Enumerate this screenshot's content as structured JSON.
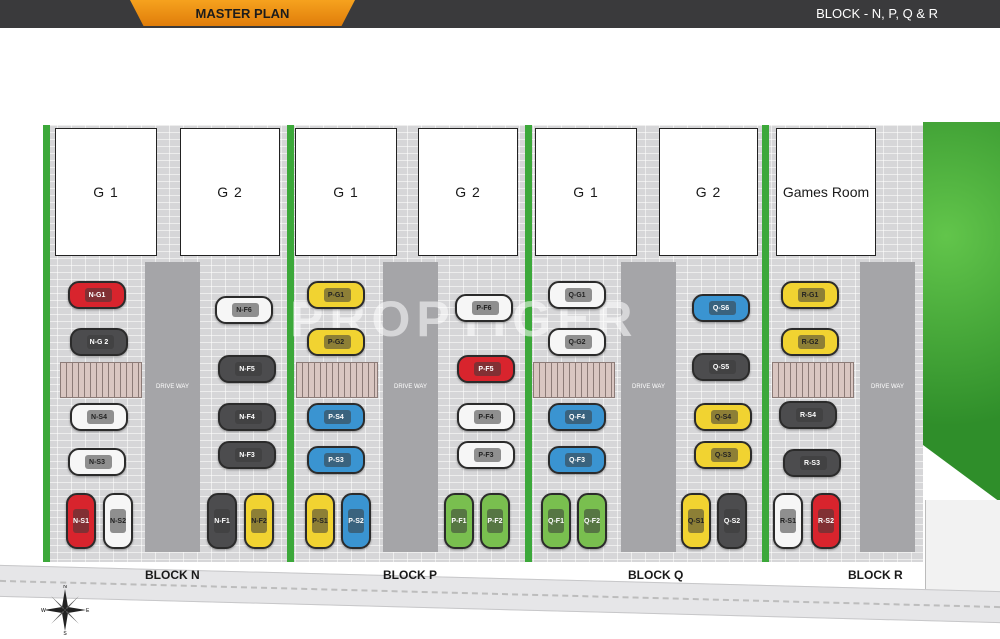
{
  "header": {
    "tab_label": "MASTER PLAN",
    "block_title": "BLOCK - N, P, Q & R"
  },
  "buildings": [
    {
      "label": "G 1"
    },
    {
      "label": "G 2"
    },
    {
      "label": "G 1"
    },
    {
      "label": "G 2"
    },
    {
      "label": "G 1"
    },
    {
      "label": "G 2"
    },
    {
      "label": "Games Room"
    }
  ],
  "driveway_label": "DRIVE WAY",
  "block_labels": [
    "BLOCK N",
    "BLOCK P",
    "BLOCK Q",
    "BLOCK R"
  ],
  "watermark": "PROPTIGER",
  "compass": {
    "n": "N",
    "s": "S",
    "e": "E",
    "w": "W"
  },
  "cars": {
    "c01": {
      "label": "N-G1",
      "color": "red"
    },
    "c02": {
      "label": "N-G 2",
      "color": "dark"
    },
    "c03": {
      "label": "N-S4",
      "color": "white"
    },
    "c04": {
      "label": "N-S3",
      "color": "white"
    },
    "c05": {
      "label": "N-S1",
      "color": "red"
    },
    "c06": {
      "label": "N-S2",
      "color": "white"
    },
    "c07": {
      "label": "N-F6",
      "color": "white"
    },
    "c08": {
      "label": "N-F5",
      "color": "dark"
    },
    "c09": {
      "label": "N-F4",
      "color": "dark"
    },
    "c10": {
      "label": "N-F3",
      "color": "dark"
    },
    "c11": {
      "label": "N-F1",
      "color": "dark"
    },
    "c12": {
      "label": "N-F2",
      "color": "yellow"
    },
    "c13": {
      "label": "P-G1",
      "color": "yellow"
    },
    "c14": {
      "label": "P-G2",
      "color": "yellow"
    },
    "c15": {
      "label": "P-S4",
      "color": "blue"
    },
    "c16": {
      "label": "P-S3",
      "color": "blue"
    },
    "c17": {
      "label": "P-S1",
      "color": "yellow"
    },
    "c18": {
      "label": "P-S2",
      "color": "blue"
    },
    "c19": {
      "label": "P-F6",
      "color": "white"
    },
    "c20": {
      "label": "P-F5",
      "color": "red"
    },
    "c21": {
      "label": "P-F4",
      "color": "white"
    },
    "c22": {
      "label": "P-F3",
      "color": "white"
    },
    "c23": {
      "label": "P-F1",
      "color": "green"
    },
    "c24": {
      "label": "P-F2",
      "color": "green"
    },
    "c25": {
      "label": "Q-G1",
      "color": "white"
    },
    "c26": {
      "label": "Q-G2",
      "color": "white"
    },
    "c27": {
      "label": "Q-F4",
      "color": "blue"
    },
    "c28": {
      "label": "Q-F3",
      "color": "blue"
    },
    "c29": {
      "label": "Q-F1",
      "color": "green"
    },
    "c30": {
      "label": "Q-F2",
      "color": "green"
    },
    "c31": {
      "label": "Q-S6",
      "color": "blue"
    },
    "c32": {
      "label": "Q-S5",
      "color": "dark"
    },
    "c33": {
      "label": "Q-S4",
      "color": "yellow"
    },
    "c34": {
      "label": "Q-S3",
      "color": "yellow"
    },
    "c35": {
      "label": "Q-S1",
      "color": "yellow"
    },
    "c36": {
      "label": "Q-S2",
      "color": "dark"
    },
    "c37": {
      "label": "R-G1",
      "color": "yellow"
    },
    "c38": {
      "label": "R-G2",
      "color": "yellow"
    },
    "c39": {
      "label": "R-S4",
      "color": "dark"
    },
    "c40": {
      "label": "R-S3",
      "color": "dark"
    },
    "c41": {
      "label": "R-S1",
      "color": "white"
    },
    "c42": {
      "label": "R-S2",
      "color": "red"
    }
  }
}
